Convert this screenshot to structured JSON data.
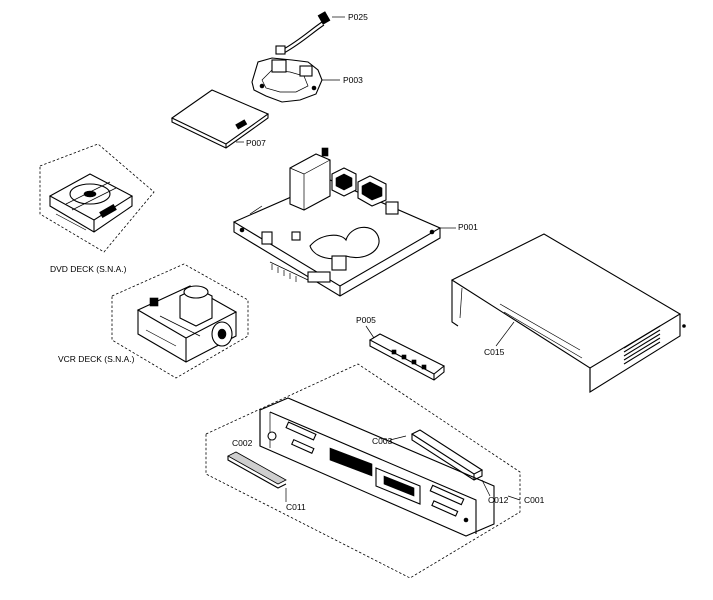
{
  "labels": {
    "p025": "P025",
    "p003": "P003",
    "p007": "P007",
    "p001": "P001",
    "p005": "P005",
    "c015": "C015",
    "c002": "C002",
    "c003": "C003",
    "c011": "C011",
    "c012": "C012",
    "c001": "C001",
    "dvd_deck": "DVD DECK (S.N.A.)",
    "vcr_deck": "VCR DECK (S.N.A.)"
  }
}
